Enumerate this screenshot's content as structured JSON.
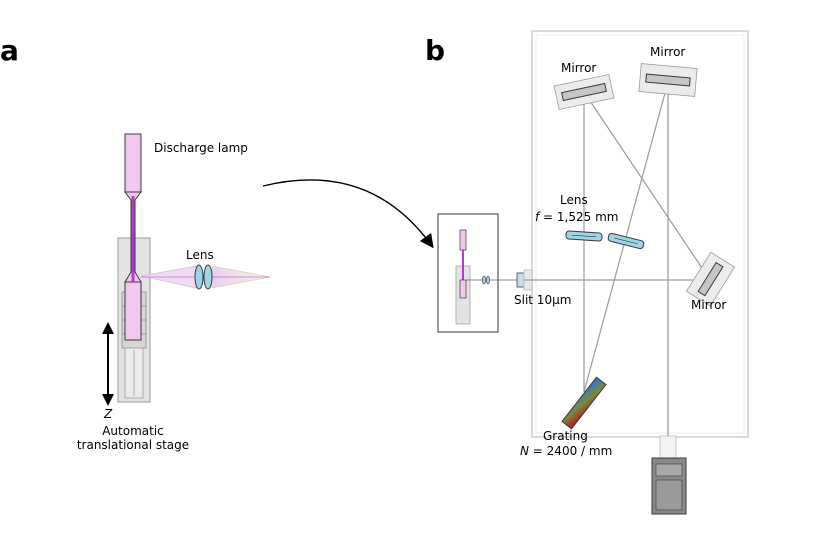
{
  "panel_a": {
    "letter": "a",
    "discharge_lamp_label": "Discharge lamp",
    "lens_label": "Lens",
    "axis_label": "Z",
    "stage_label_line1": "Automatic",
    "stage_label_line2": "translational stage"
  },
  "panel_b": {
    "letter": "b",
    "mirror_top_left_label": "Mirror",
    "mirror_top_right_label": "Mirror",
    "mirror_right_label": "Mirror",
    "lens_label": "Lens",
    "lens_focal_symbol": "f",
    "lens_focal_value": " = 1,525 mm",
    "slit_label": "Slit 10µm",
    "grating_label": "Grating",
    "grating_density_symbol": "N",
    "grating_density_value": " = 2400 / mm"
  },
  "colors": {
    "lamp_fill": "#f3c8ef",
    "plasma": "#b23bc9",
    "lens_fill": "#9fd3e8",
    "stage_fill": "#e3e3e3",
    "frame_stroke": "#d9d9d9",
    "ray": "#9a9a9a",
    "grating_start": "#b8141e",
    "grating_end": "#2d6fe0",
    "detector": "#8a8a8a"
  }
}
